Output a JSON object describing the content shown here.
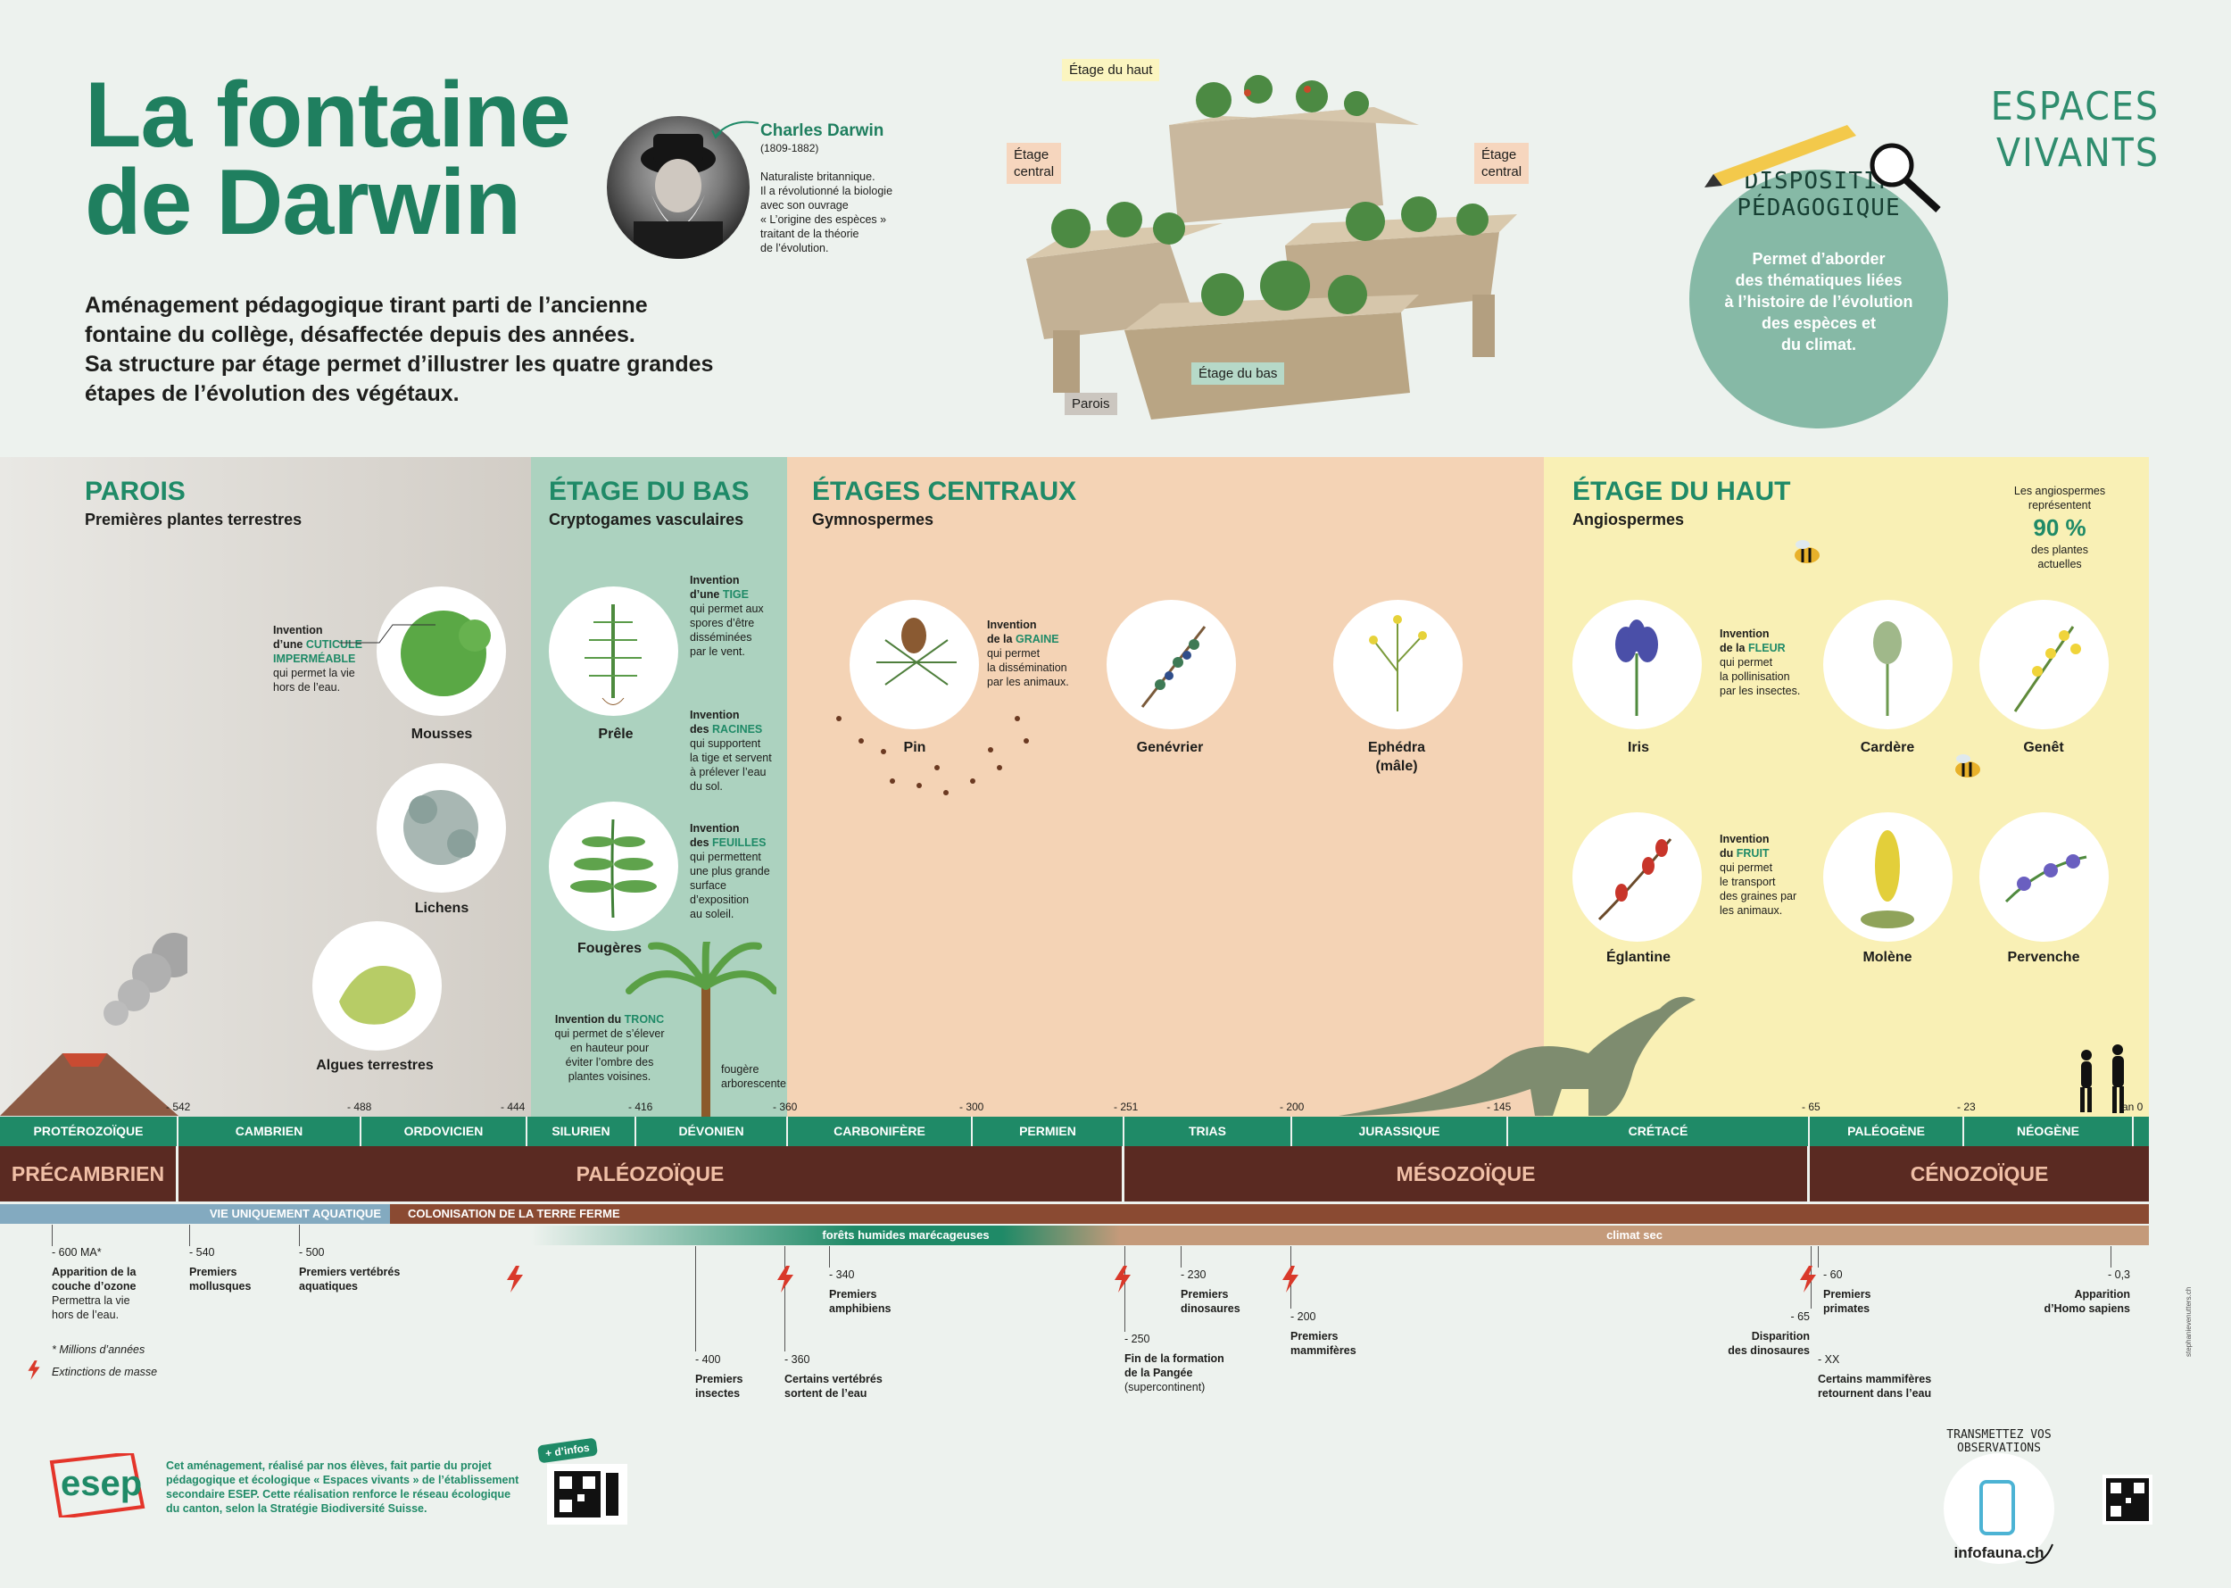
{
  "header": {
    "title_line1": "La fontaine",
    "title_line2": "de Darwin",
    "intro_lines": [
      "Aménagement pédagogique tirant parti de l’ancienne",
      "fontaine du collège, désaffectée depuis des années.",
      "Sa structure par étage permet d’illustrer les quatre grandes",
      "étapes de l’évolution des végétaux."
    ]
  },
  "darwin": {
    "name": "Charles Darwin",
    "dates": "(1809-1882)",
    "desc": [
      "Naturaliste britannique.",
      "Il a révolutionné la biologie",
      "avec son ouvrage",
      "« L’origine des espèces »",
      "traitant de la théorie",
      "de l’évolution."
    ]
  },
  "fountain_labels": {
    "top": "Étage du haut",
    "central_left": [
      "Étage",
      "central"
    ],
    "central_right": [
      "Étage",
      "central"
    ],
    "bottom": "Étage du bas",
    "walls": "Parois"
  },
  "logo": {
    "line1": "ESPACES",
    "line2": "VIVANTS"
  },
  "dispositif": {
    "title_line1": "DISPOSITIF",
    "title_line2": "PÉDAGOGIQUE",
    "desc": [
      "Permet d’aborder",
      "des thématiques liées",
      "à l’histoire de l’évolution",
      "des espèces et",
      "du climat."
    ]
  },
  "sections": {
    "parois": {
      "title": "PAROIS",
      "subtitle": "Premières plantes terrestres"
    },
    "bas": {
      "title": "ÉTAGE DU BAS",
      "subtitle": "Cryptogames vasculaires"
    },
    "centraux": {
      "title": "ÉTAGES CENTRAUX",
      "subtitle": "Gymnospermes"
    },
    "haut": {
      "title": "ÉTAGE DU HAUT",
      "subtitle": "Angiospermes"
    }
  },
  "plants": {
    "mousses": "Mousses",
    "lichens": "Lichens",
    "algues": "Algues terrestres",
    "prele": "Prêle",
    "fougeres": "Fougères",
    "pin": "Pin",
    "genevrier": "Genévrier",
    "ephedra1": "Ephédra",
    "ephedra2": "(mâle)",
    "iris": "Iris",
    "cardere": "Cardère",
    "genet": "Genêt",
    "eglantine": "Églantine",
    "molene": "Molène",
    "pervenche": "Pervenche"
  },
  "notes": {
    "cuticule": {
      "a": "Invention",
      "b": "d’une ",
      "k": "CUTICULE",
      "k2": "IMPERMÉABLE",
      "c": "qui permet la vie",
      "d": "hors de l’eau."
    },
    "tige": {
      "a": "Invention",
      "b": "d’une ",
      "k": "TIGE",
      "rest": [
        "qui permet aux",
        "spores d’être",
        "disséminées",
        "par le vent."
      ]
    },
    "racines": {
      "a": "Invention",
      "b": "des ",
      "k": "RACINES",
      "rest": [
        "qui supportent",
        "la tige et servent",
        "à prélever l’eau",
        "du sol."
      ]
    },
    "feuilles": {
      "a": "Invention",
      "b": "des ",
      "k": "FEUILLES",
      "rest": [
        "qui permettent",
        "une plus grande",
        "surface",
        "d’exposition",
        "au soleil."
      ]
    },
    "tronc": {
      "a": "Invention du ",
      "k": "TRONC",
      "rest": [
        "qui permet de s’élever",
        "en hauteur pour",
        "éviter l’ombre des",
        "plantes voisines."
      ]
    },
    "fougere_arbo": [
      "fougère",
      "arborescente"
    ],
    "graine": {
      "a": "Invention",
      "b": "de la ",
      "k": "GRAINE",
      "rest": [
        "qui permet",
        "la dissémination",
        "par les animaux."
      ]
    },
    "fleur": {
      "a": "Invention",
      "b": "de la ",
      "k": "FLEUR",
      "rest": [
        "qui permet",
        "la pollinisation",
        "par les insectes."
      ]
    },
    "fruit": {
      "a": "Invention",
      "b": "du ",
      "k": "FRUIT",
      "rest": [
        "qui permet",
        "le transport",
        "des graines par",
        "les animaux."
      ]
    },
    "angio": {
      "a": "Les angiospermes",
      "b": "représentent",
      "pct": "90 %",
      "c": "des plantes",
      "d": "actuelles"
    }
  },
  "ticks": [
    "- 542",
    "- 488",
    "- 444",
    "- 416",
    "- 360",
    "- 300",
    "- 251",
    "- 200",
    "- 145",
    "- 65",
    "- 23",
    "an 0"
  ],
  "periods": [
    "PROTÉROZOÏQUE",
    "CAMBRIEN",
    "ORDOVICIEN",
    "SILURIEN",
    "DÉVONIEN",
    "CARBONIFÈRE",
    "PERMIEN",
    "TRIAS",
    "JURASSIQUE",
    "CRÉTACÉ",
    "PALÉOGÈNE",
    "NÉOGÈNE"
  ],
  "eras": [
    "PRÉCAMBRIEN",
    "PALÉOZOÏQUE",
    "MÉSOZOÏQUE",
    "CÉNOZOÏQUE"
  ],
  "bars": {
    "aquatique": "VIE UNIQUEMENT AQUATIQUE",
    "colonisation": "COLONISATION DE LA TERRE FERME",
    "forets": "forêts humides marécageuses",
    "sec": "climat sec"
  },
  "events": {
    "e600": {
      "t": "- 600 MA*",
      "b": [
        "Apparition de la",
        "couche d’ozone"
      ],
      "r": [
        "Permettra la vie",
        "hors de l’eau."
      ]
    },
    "e540": {
      "t": "- 540",
      "b": [
        "Premiers",
        "mollusques"
      ]
    },
    "e500": {
      "t": "- 500",
      "b": [
        "Premiers vertébrés",
        "aquatiques"
      ]
    },
    "e400": {
      "t": "- 400",
      "b": [
        "Premiers",
        "insectes"
      ]
    },
    "e360": {
      "t": "- 360",
      "b": [
        "Certains vertébrés",
        "sortent de l’eau"
      ]
    },
    "e340": {
      "t": "- 340",
      "b": [
        "Premiers",
        "amphibiens"
      ]
    },
    "e250": {
      "t": "- 250",
      "b": [
        "Fin de la formation",
        "de la Pangée"
      ],
      "r": [
        "(supercontinent)"
      ]
    },
    "e230": {
      "t": "- 230",
      "b": [
        "Premiers",
        "dinosaures"
      ]
    },
    "e200": {
      "t": "- 200",
      "b": [
        "Premiers",
        "mammifères"
      ]
    },
    "e65": {
      "t": "- 65",
      "b": [
        "Disparition",
        "des dinosaures"
      ]
    },
    "e60": {
      "t": "- 60",
      "b": [
        "Premiers",
        "primates"
      ]
    },
    "exx": {
      "t": "- XX",
      "b": [
        "Certains mammifères",
        "retournent dans l’eau"
      ]
    },
    "e03": {
      "t": "- 0,3",
      "b": [
        "Apparition",
        "d’Homo sapiens"
      ]
    }
  },
  "legend": {
    "millions": "* Millions d’années",
    "extinctions": "Extinctions de masse"
  },
  "footer": {
    "logo": "esep",
    "text": [
      "Cet aménagement, réalisé par nos élèves, fait partie du projet",
      "pédagogique et écologique « Espaces vivants » de l’établissement",
      "secondaire ESEP. Cette réalisation renforce le réseau écologique",
      "du canton, selon la Stratégie Biodiversité Suisse."
    ],
    "infos": "+ d’infos",
    "transmettez": "TRANSMETTEZ VOS OBSERVATIONS",
    "infofauna": "infofauna.ch",
    "credit": "stephanievenutters.ch"
  },
  "colors": {
    "green": "#1f8a67",
    "parois": "#d2cdc6",
    "bas": "#acd2bf",
    "centraux": "#f4d3b5",
    "haut": "#f9f0b5",
    "era": "#5a2a22"
  }
}
